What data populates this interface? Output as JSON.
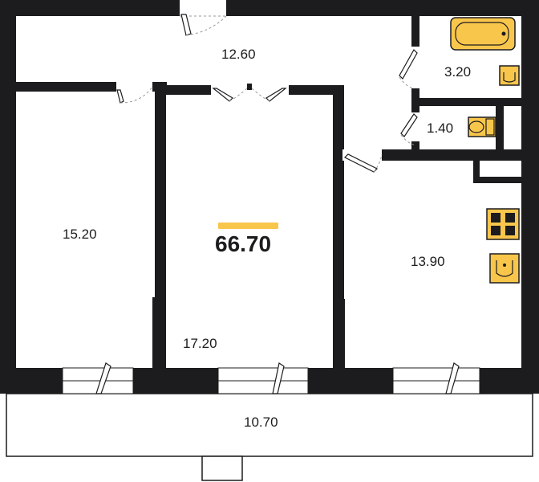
{
  "colors": {
    "wall": "#1c1c1e",
    "fixture_fill": "#f9c64c",
    "accent": "#f9c64c"
  },
  "total_area": "66.70",
  "rooms": {
    "hall": "12.60",
    "bathroom": "3.20",
    "toilet": "1.40",
    "bedroom_left": "15.20",
    "living_room": "17.20",
    "kitchen": "13.90",
    "balcony": "10.70"
  },
  "icons": {
    "bathtub": "bathtub-icon",
    "sink": "sink-icon",
    "toilet": "toilet-icon",
    "stove": "stove-icon"
  }
}
